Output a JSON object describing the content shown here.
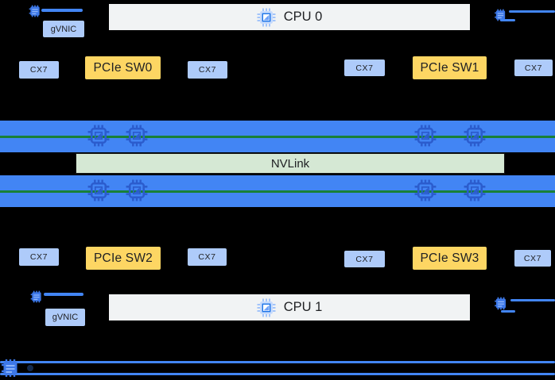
{
  "labels": {
    "cpu0": "CPU 0",
    "cpu1": "CPU 1",
    "nvlink": "NVLink",
    "gvnic": "gVNIC",
    "cx7": "CX7",
    "pcie_sw": [
      "PCIe SW0",
      "PCIe SW1",
      "PCIe SW2",
      "PCIe SW3"
    ]
  },
  "structure": {
    "gpu_bars": 2,
    "gpu_icons_per_bar": 4,
    "cx7_count": 8
  },
  "icons": {
    "cpu": "cpu-chip-icon",
    "gpu": "gpu-chip-icon",
    "nic": "nic-port-icon",
    "offload": "offload-chip-icon"
  },
  "colors": {
    "background": "#000000",
    "gpu_bar_blue": "#4285f4",
    "light_blue_box": "#aecbfa",
    "pcie_switch_yellow": "#fdd663",
    "nvlink_green": "#d5e8d4",
    "cpu_bar_gray": "#f1f3f4",
    "gpu_bar_line_green": "#188038",
    "gpu_icon_blue": "#2b5ccd",
    "text_dark": "#202124"
  }
}
